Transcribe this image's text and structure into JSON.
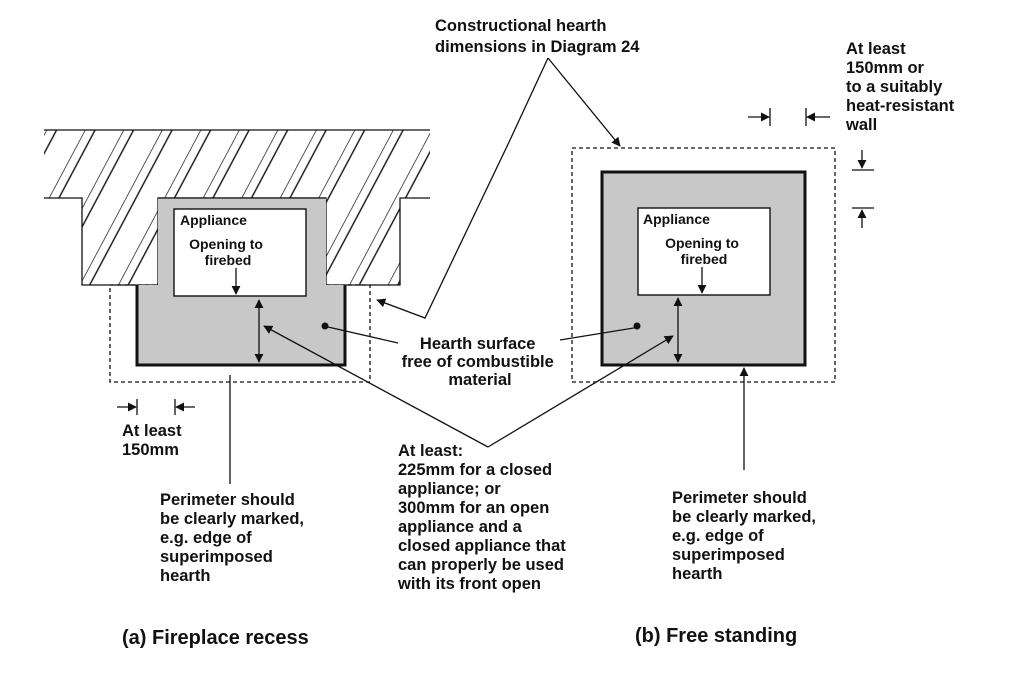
{
  "labels": {
    "constructional_hearth": [
      "Constructional hearth",
      "dimensions in Diagram 24"
    ],
    "wall_clearance": [
      "At least",
      "150mm or",
      "to a suitably",
      "heat-resistant",
      "wall"
    ],
    "appliance_a": "Appliance",
    "opening_a": [
      "Opening to",
      "firebed"
    ],
    "appliance_b": "Appliance",
    "opening_b": [
      "Opening to",
      "firebed"
    ],
    "hearth_surface": [
      "Hearth surface",
      "free of combustible",
      "material"
    ],
    "at_least_150": [
      "At least",
      "150mm"
    ],
    "at_least_front": [
      "At least:",
      "225mm for a closed",
      "appliance; or",
      "300mm for an open",
      "appliance and a",
      "closed appliance that",
      "can properly be used",
      "with its front open"
    ],
    "perimeter_a": [
      "Perimeter should",
      "be clearly marked,",
      "e.g. edge of",
      "superimposed",
      "hearth"
    ],
    "perimeter_b": [
      "Perimeter should",
      "be clearly marked,",
      "e.g. edge of",
      "superimposed",
      "hearth"
    ]
  },
  "captions": {
    "a": "(a) Fireplace recess",
    "b": "(b) Free standing"
  },
  "colors": {
    "hearth_fill": "#c8c8c8",
    "line": "#111111",
    "background": "#ffffff"
  }
}
